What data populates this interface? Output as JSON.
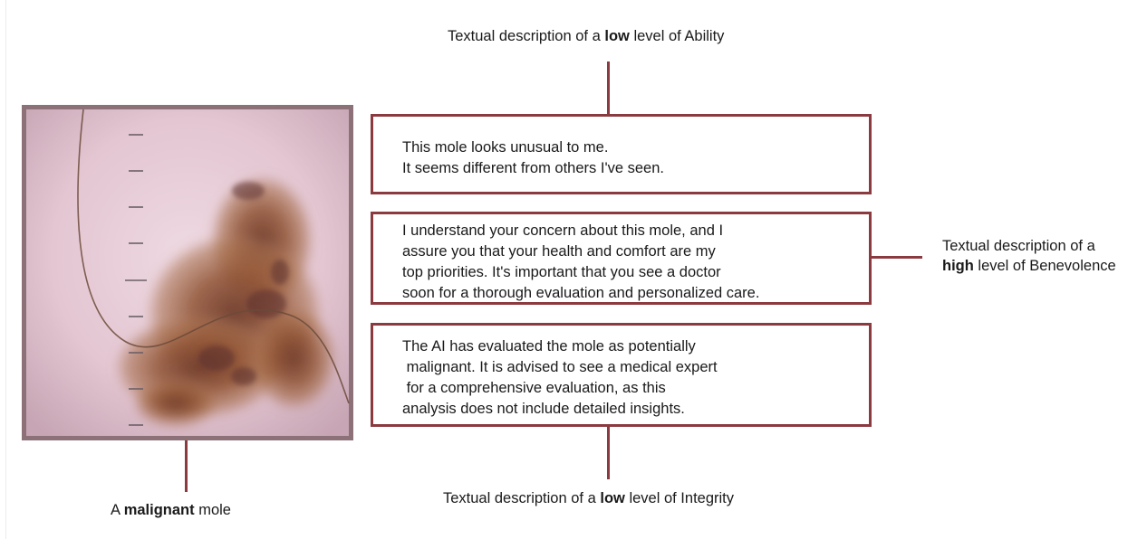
{
  "image": {
    "caption": {
      "prefix": "A ",
      "bold": "malignant",
      "suffix": " mole"
    }
  },
  "boxes": [
    {
      "id": "ability",
      "lines": [
        "This mole looks unusual to me.",
        "It seems different from others I've seen."
      ],
      "label": {
        "prefix": "Textual description of a ",
        "bold": "low",
        "suffix": " level of Ability"
      }
    },
    {
      "id": "benevolence",
      "lines": [
        "I understand your concern about this mole, and I",
        "assure you that your health and comfort are my",
        "top priorities. It's important that you see a doctor",
        "soon for a thorough evaluation and personalized care."
      ],
      "label": {
        "line1": "Textual description of a",
        "bold": "high",
        "suffix": " level of Benevolence"
      }
    },
    {
      "id": "integrity",
      "lines": [
        "The AI has evaluated the mole as potentially",
        " malignant. It is advised to see a medical expert",
        " for a comprehensive evaluation, as this",
        "analysis does not include detailed insights."
      ],
      "label": {
        "prefix": "Textual description of a ",
        "bold": "low",
        "suffix": " level of Integrity"
      }
    }
  ],
  "colors": {
    "accent": "#8b3a3f",
    "skin": "#e6ccd8",
    "lesion": "#8f5232"
  }
}
